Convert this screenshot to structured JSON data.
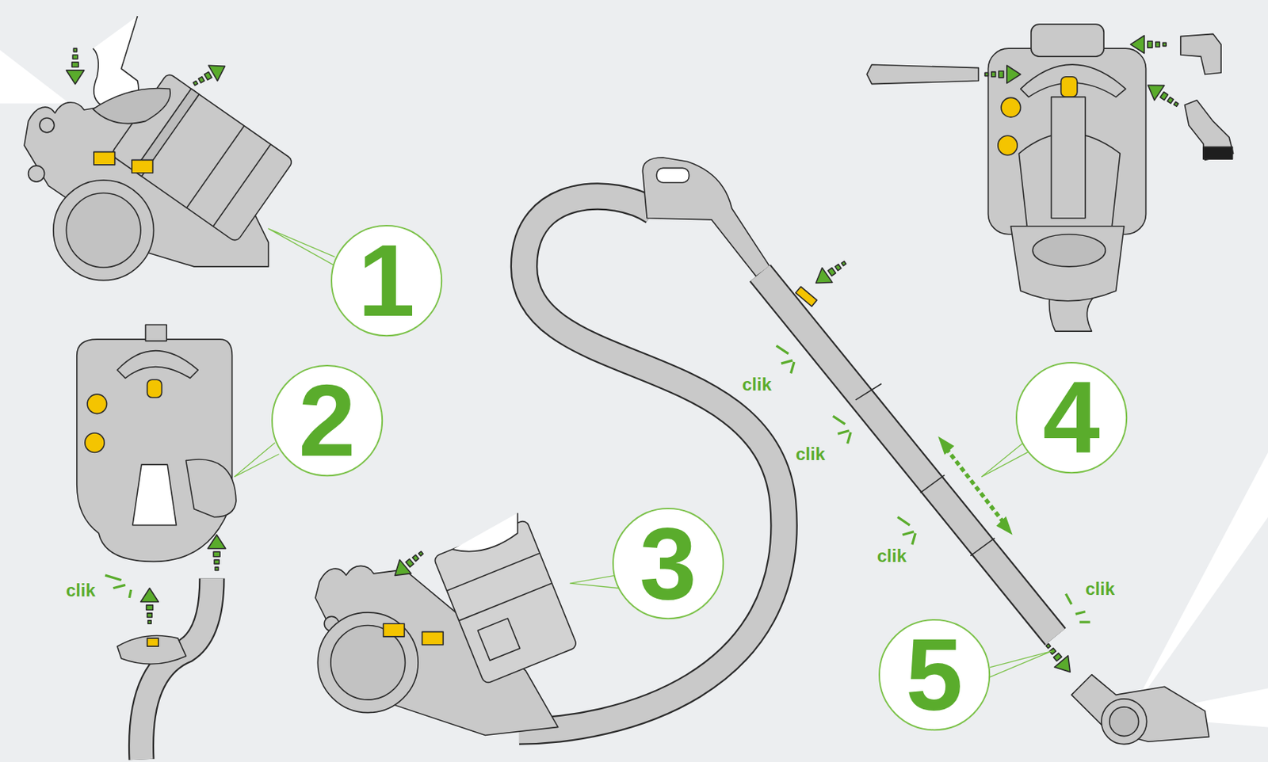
{
  "diagram": {
    "nodes": [
      {
        "text": [
          "1"
        ]
      },
      {
        "text": [
          "2"
        ]
      },
      {
        "text": [
          "3"
        ]
      },
      {
        "text": [
          "4"
        ]
      },
      {
        "text": [
          "5"
        ]
      }
    ],
    "labels": [
      "clik",
      "clik",
      "clik",
      "clik",
      "clik"
    ]
  }
}
